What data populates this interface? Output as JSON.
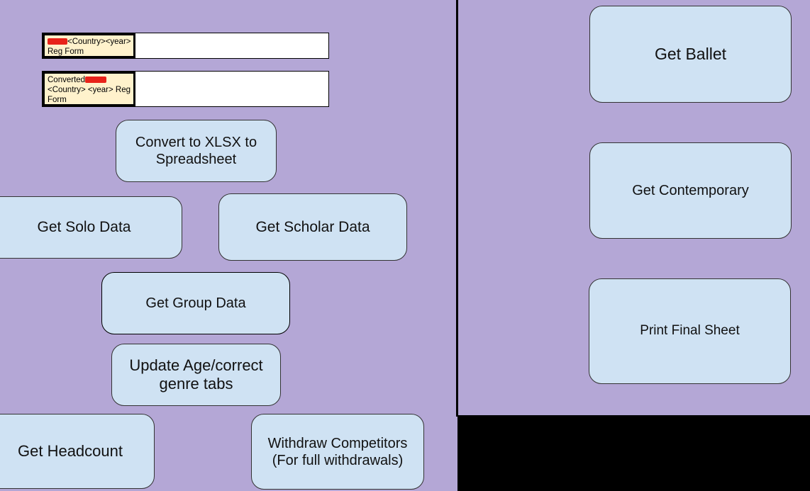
{
  "fields": {
    "reg_form": {
      "label": "<Country><year>\nReg Form",
      "value": ""
    },
    "converted_reg_form": {
      "prefix": "Converted",
      "label": "\n<Country> <year> Reg\nForm",
      "value": ""
    }
  },
  "buttons": {
    "convert": "Convert to XLSX to\nSpreadsheet",
    "solo": "Get Solo Data",
    "scholar": "Get Scholar Data",
    "group": "Get Group Data",
    "update_age": "Update Age/correct\ngenre tabs",
    "headcount": "Get Headcount",
    "withdraw": "Withdraw Competitors\n(For full withdrawals)",
    "ballet": "Get Ballet",
    "contemporary": "Get Contemporary",
    "print_final": "Print Final Sheet"
  },
  "colors": {
    "background": "#b4a7d6",
    "button_fill": "#cfe2f3",
    "label_fill": "#fff2cc",
    "redaction": "#e8231a"
  }
}
